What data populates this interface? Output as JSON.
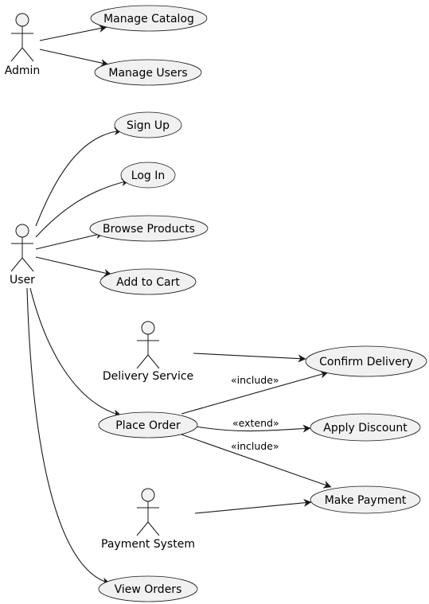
{
  "diagram": {
    "type": "use-case",
    "colors": {
      "fill": "#f1f1f1",
      "stroke": "#181818",
      "text": "#000000",
      "background": "#ffffff"
    },
    "actors": [
      {
        "id": "admin",
        "label": "Admin"
      },
      {
        "id": "user",
        "label": "User"
      },
      {
        "id": "delivery",
        "label": "Delivery Service"
      },
      {
        "id": "payment",
        "label": "Payment System"
      }
    ],
    "use_cases": [
      {
        "id": "manage_catalog",
        "label": "Manage Catalog"
      },
      {
        "id": "manage_users",
        "label": "Manage Users"
      },
      {
        "id": "sign_up",
        "label": "Sign Up"
      },
      {
        "id": "log_in",
        "label": "Log In"
      },
      {
        "id": "browse_products",
        "label": "Browse Products"
      },
      {
        "id": "add_to_cart",
        "label": "Add to Cart"
      },
      {
        "id": "confirm_delivery",
        "label": "Confirm Delivery"
      },
      {
        "id": "place_order",
        "label": "Place Order"
      },
      {
        "id": "apply_discount",
        "label": "Apply Discount"
      },
      {
        "id": "make_payment",
        "label": "Make Payment"
      },
      {
        "id": "view_orders",
        "label": "View Orders"
      }
    ],
    "relations": [
      {
        "from": "admin",
        "to": "manage_catalog",
        "label": ""
      },
      {
        "from": "admin",
        "to": "manage_users",
        "label": ""
      },
      {
        "from": "user",
        "to": "sign_up",
        "label": ""
      },
      {
        "from": "user",
        "to": "log_in",
        "label": ""
      },
      {
        "from": "user",
        "to": "browse_products",
        "label": ""
      },
      {
        "from": "user",
        "to": "add_to_cart",
        "label": ""
      },
      {
        "from": "user",
        "to": "place_order",
        "label": ""
      },
      {
        "from": "user",
        "to": "view_orders",
        "label": ""
      },
      {
        "from": "delivery",
        "to": "confirm_delivery",
        "label": ""
      },
      {
        "from": "place_order",
        "to": "confirm_delivery",
        "label": "«include»"
      },
      {
        "from": "place_order",
        "to": "apply_discount",
        "label": "«extend»"
      },
      {
        "from": "place_order",
        "to": "make_payment",
        "label": "«include»"
      },
      {
        "from": "payment",
        "to": "make_payment",
        "label": ""
      }
    ]
  }
}
